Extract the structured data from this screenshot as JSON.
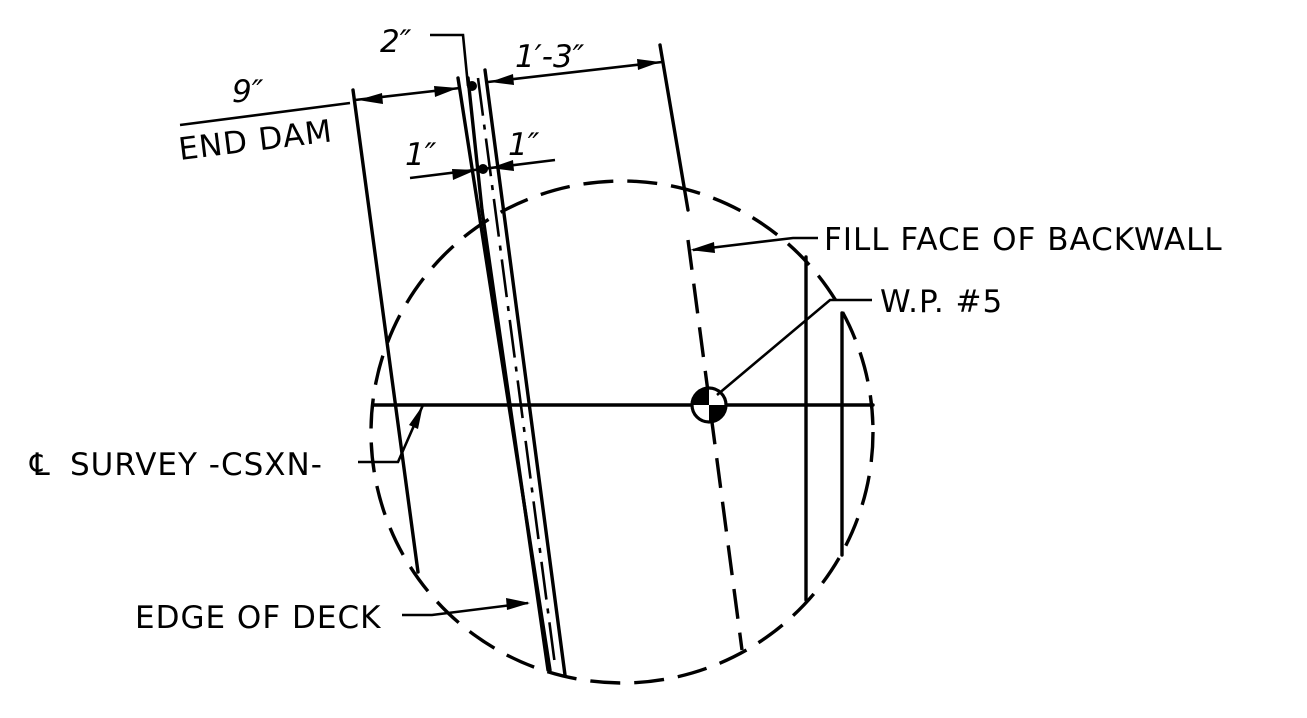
{
  "drawing": {
    "dimensions": {
      "d1": "2″",
      "d2": "1′-3″",
      "d3": "9″",
      "d4": "1″",
      "d5": "1″"
    },
    "labels": {
      "end_dam": "END DAM",
      "fill_face": "FILL FACE OF BACKWALL",
      "wp": "W.P. #5",
      "cl_symbol": "℄",
      "survey": "SURVEY -CSXN-",
      "edge_of_deck": "EDGE OF DECK"
    }
  }
}
